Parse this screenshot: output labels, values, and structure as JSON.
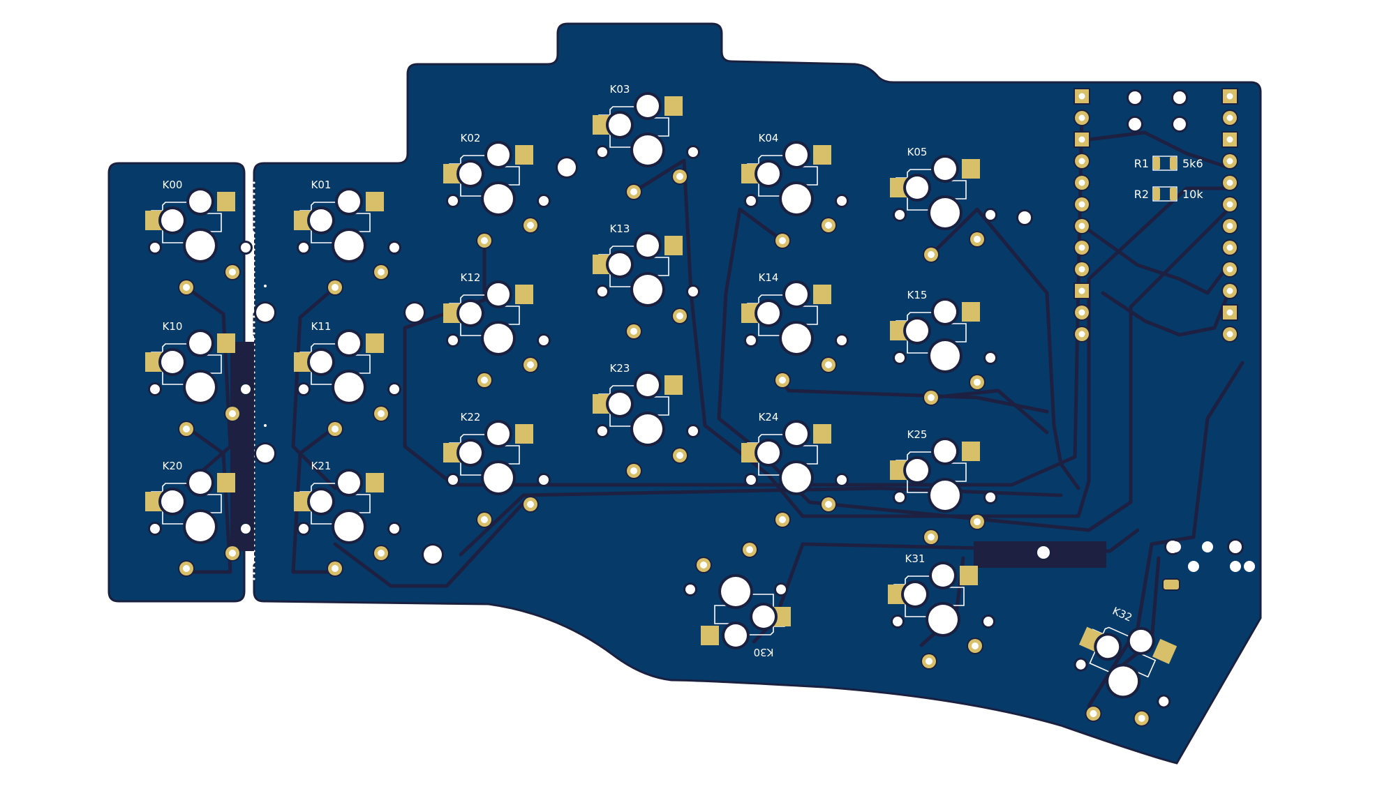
{
  "board": {
    "colors": {
      "background": "#ffffff",
      "substrate": "#063a68",
      "edge": "#1a2040",
      "trace": "#1e2042",
      "pad": "#d8bf6a",
      "hole": "#ffffff",
      "silk": "#ffffff"
    },
    "switches": [
      {
        "label": "K00",
        "col": 0,
        "row": 0
      },
      {
        "label": "K01",
        "col": 1,
        "row": 0
      },
      {
        "label": "K02",
        "col": 2,
        "row": 0
      },
      {
        "label": "K03",
        "col": 3,
        "row": 0
      },
      {
        "label": "K04",
        "col": 4,
        "row": 0
      },
      {
        "label": "K05",
        "col": 5,
        "row": 0
      },
      {
        "label": "K10",
        "col": 0,
        "row": 1
      },
      {
        "label": "K11",
        "col": 1,
        "row": 1
      },
      {
        "label": "K12",
        "col": 2,
        "row": 1
      },
      {
        "label": "K13",
        "col": 3,
        "row": 1
      },
      {
        "label": "K14",
        "col": 4,
        "row": 1
      },
      {
        "label": "K15",
        "col": 5,
        "row": 1
      },
      {
        "label": "K20",
        "col": 0,
        "row": 2
      },
      {
        "label": "K21",
        "col": 1,
        "row": 2
      },
      {
        "label": "K22",
        "col": 2,
        "row": 2
      },
      {
        "label": "K23",
        "col": 3,
        "row": 2
      },
      {
        "label": "K24",
        "col": 4,
        "row": 2
      },
      {
        "label": "K25",
        "col": 5,
        "row": 2
      },
      {
        "label": "K30",
        "thumb": 0
      },
      {
        "label": "K31",
        "thumb": 1
      },
      {
        "label": "K32",
        "thumb": 2
      }
    ],
    "resistors": [
      {
        "ref": "R1",
        "value": "5k6"
      },
      {
        "ref": "R2",
        "value": "10k"
      }
    ],
    "mcu_pin_count_per_side": 12
  }
}
